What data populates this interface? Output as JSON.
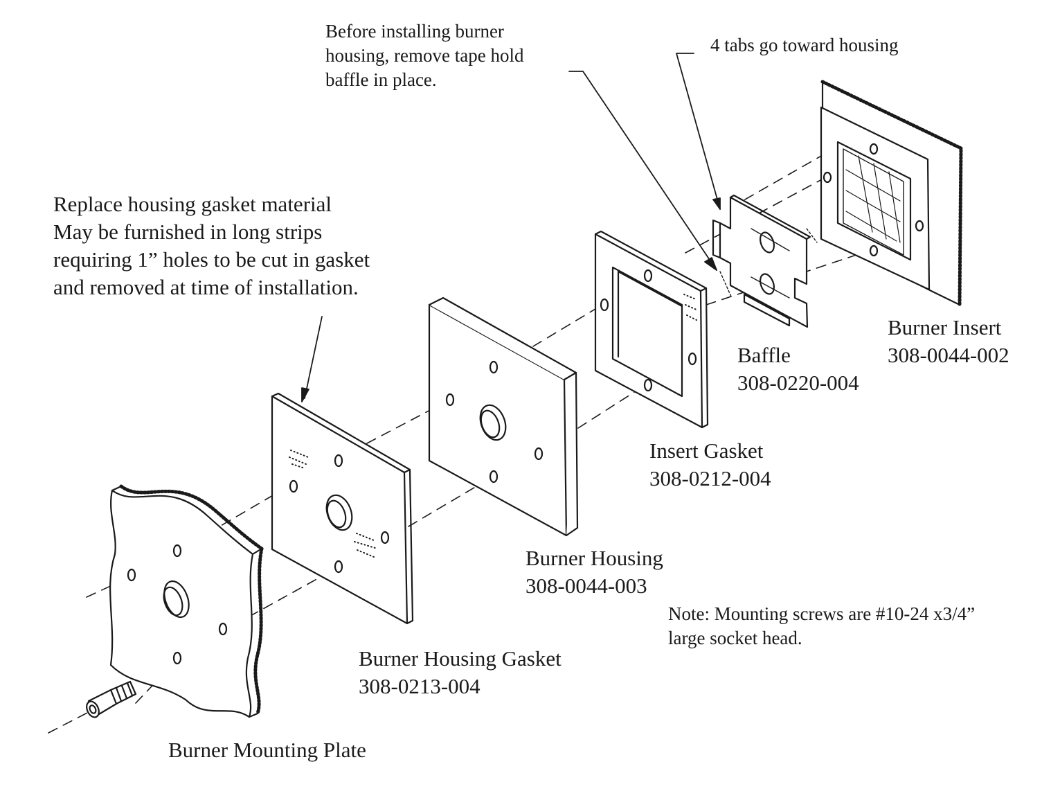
{
  "notes": {
    "baffle_tape": "Before installing burner\nhousing, remove tape hold\nbaffle in place.",
    "tabs": "4 tabs go toward housing",
    "gasket_material": "Replace housing gasket material\nMay be furnished in long strips\nrequiring 1” holes to be cut in gasket\nand removed at time of installation.",
    "screws": "Note: Mounting screws are #10-24 x3/4”\nlarge socket head."
  },
  "parts": {
    "burner_insert": {
      "name": "Burner Insert",
      "number": "308-0044-002"
    },
    "baffle": {
      "name": "Baffle",
      "number": "308-0220-004"
    },
    "insert_gasket": {
      "name": "Insert Gasket",
      "number": "308-0212-004"
    },
    "burner_housing": {
      "name": "Burner Housing",
      "number": "308-0044-003"
    },
    "burner_housing_gasket": {
      "name": "Burner Housing Gasket",
      "number": "308-0213-004"
    },
    "burner_mounting_plate": {
      "name": "Burner Mounting Plate"
    }
  }
}
